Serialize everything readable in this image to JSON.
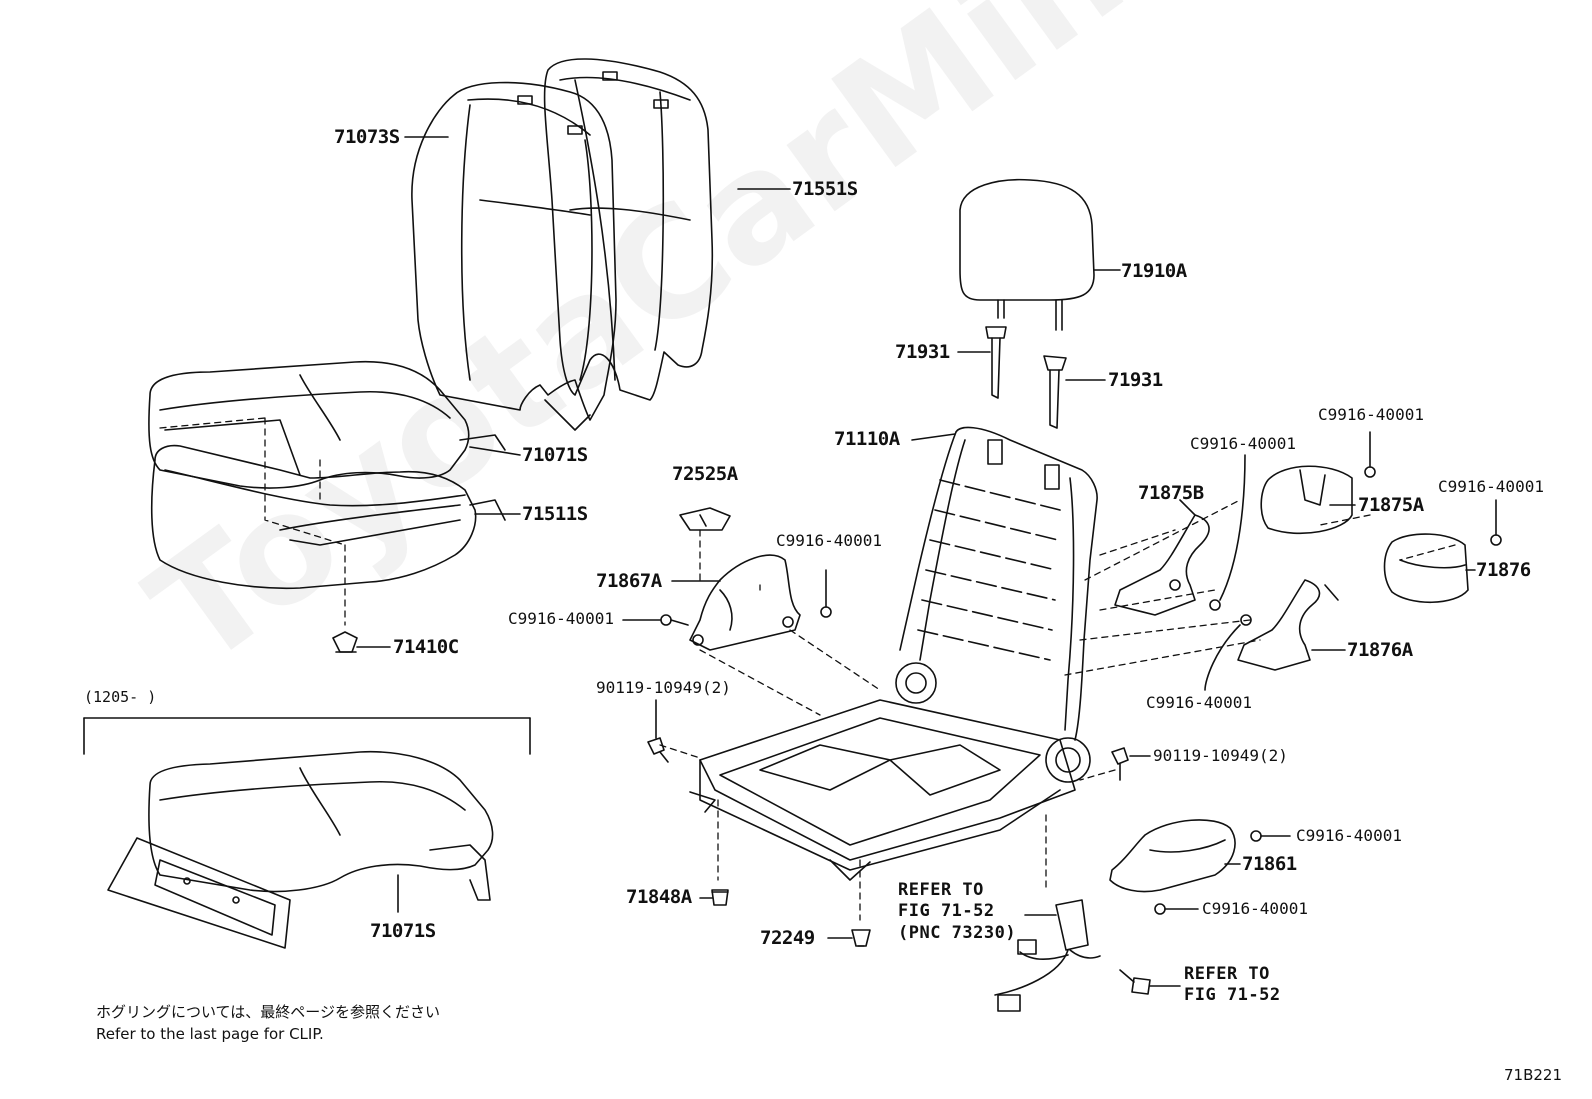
{
  "watermark": "ToyotaCarMine.ru",
  "labels": {
    "p71073S": "71073S",
    "p71551S": "71551S",
    "p71910A": "71910A",
    "p71931a": "71931",
    "p71931b": "71931",
    "p71110A": "71110A",
    "p71071S_top": "71071S",
    "p71511S": "71511S",
    "p71410C": "71410C",
    "p72525A": "72525A",
    "p71867A": "71867A",
    "c_71867_right": "C9916-40001",
    "c_71867_left": "C9916-40001",
    "p71875B": "71875B",
    "c_71875B": "C9916-40001",
    "c_71875A": "C9916-40001",
    "p71875A": "71875A",
    "c_71876": "C9916-40001",
    "p71876": "71876",
    "p71876A": "71876A",
    "c_71876A": "C9916-40001",
    "bolt_left": "90119-10949(2)",
    "bolt_right": "90119-10949(2)",
    "c_71861_top": "C9916-40001",
    "p71861": "71861",
    "c_71861_bottom": "C9916-40001",
    "p71848A": "71848A",
    "p72249": "72249",
    "p71071S_bottom": "71071S"
  },
  "date_range": "(1205-     )",
  "refer_1": "REFER TO\nFIG 71-52\n(PNC 73230)",
  "refer_2": "REFER TO\nFIG 71-52",
  "note_jp": "ホグリングについては、最終ページを参照ください",
  "note_en": "Refer to the last page for CLIP.",
  "figure_id": "71B221"
}
